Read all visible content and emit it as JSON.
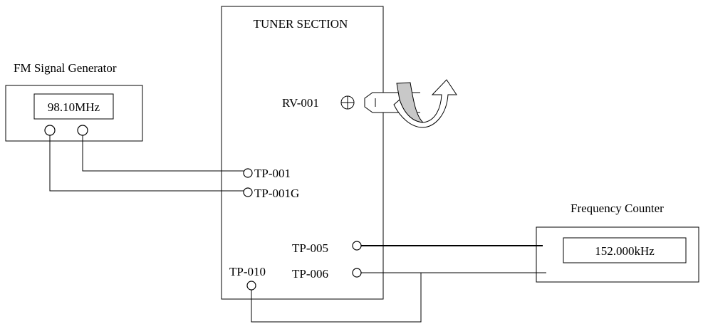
{
  "generator": {
    "title": "FM Signal Generator",
    "display": "98.10MHz"
  },
  "tuner": {
    "title": "TUNER SECTION",
    "control_label": "RV-001",
    "test_points": {
      "tp001": "TP-001",
      "tp001g": "TP-001G",
      "tp005": "TP-005",
      "tp006": "TP-006",
      "tp010": "TP-010"
    }
  },
  "counter": {
    "title": "Frequency Counter",
    "display": "152.000kHz"
  },
  "colors": {
    "line": "#000000",
    "arrow_fill": "#c8c8c8",
    "background": "#ffffff"
  },
  "icons": [
    "adjustment-screw-icon",
    "screwdriver-icon",
    "rotate-arrow-icon",
    "terminal-icon"
  ]
}
